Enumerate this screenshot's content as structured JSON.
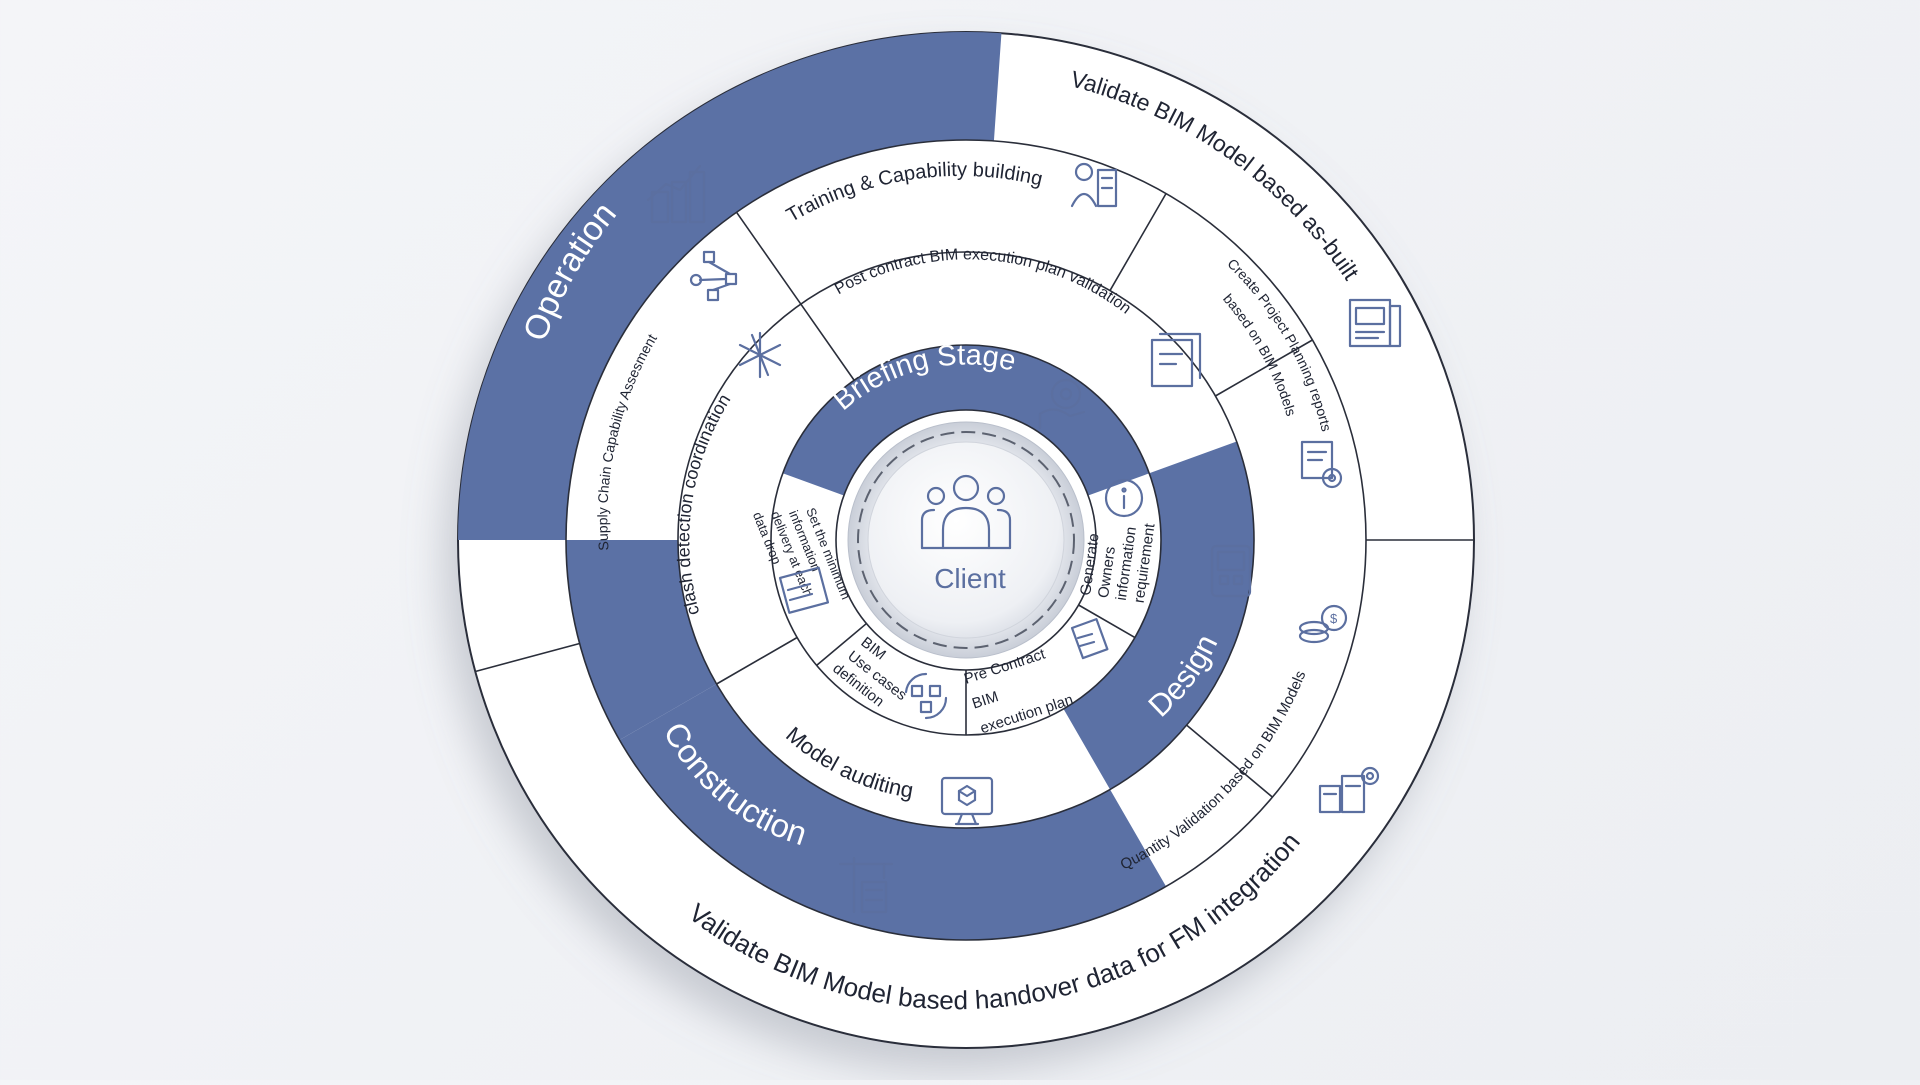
{
  "center": {
    "label": "Client"
  },
  "stages": {
    "briefing": "Briefing Stage",
    "design": "Design",
    "construction": "Construction",
    "operation": "Operation"
  },
  "inner_ring": {
    "minimum_info": [
      "Set the minimum",
      "information",
      "delivery at each",
      "data drop"
    ],
    "owners_info": [
      "Generate",
      "Owners",
      "information",
      "requirement"
    ],
    "pre_contract": [
      "Pre Contract",
      "BIM",
      "execution plan"
    ],
    "use_cases": [
      "BIM",
      "Use cases",
      "definition"
    ]
  },
  "middle_ring": {
    "post_contract": "Post contract BIM execution plan validation",
    "clash_detection": "clash detection coordination",
    "model_auditing": "Model auditing"
  },
  "outer_ring": {
    "training": "Training & Capability building",
    "project_planning": [
      "Create Project Planning reports",
      "based on BIM Models"
    ],
    "supply_chain": "Supply Chain Capability Assesment",
    "quantity_validation": "Quantity Validation based on BIM Models",
    "as_built": "Validate BIM Model based as-built",
    "handover": "Validate BIM Model based handover data for FM integration"
  },
  "colors": {
    "accent": "#5b71a5",
    "line": "#2a2e3a",
    "text": "#1f2433",
    "icon": "#5b6fa0"
  }
}
